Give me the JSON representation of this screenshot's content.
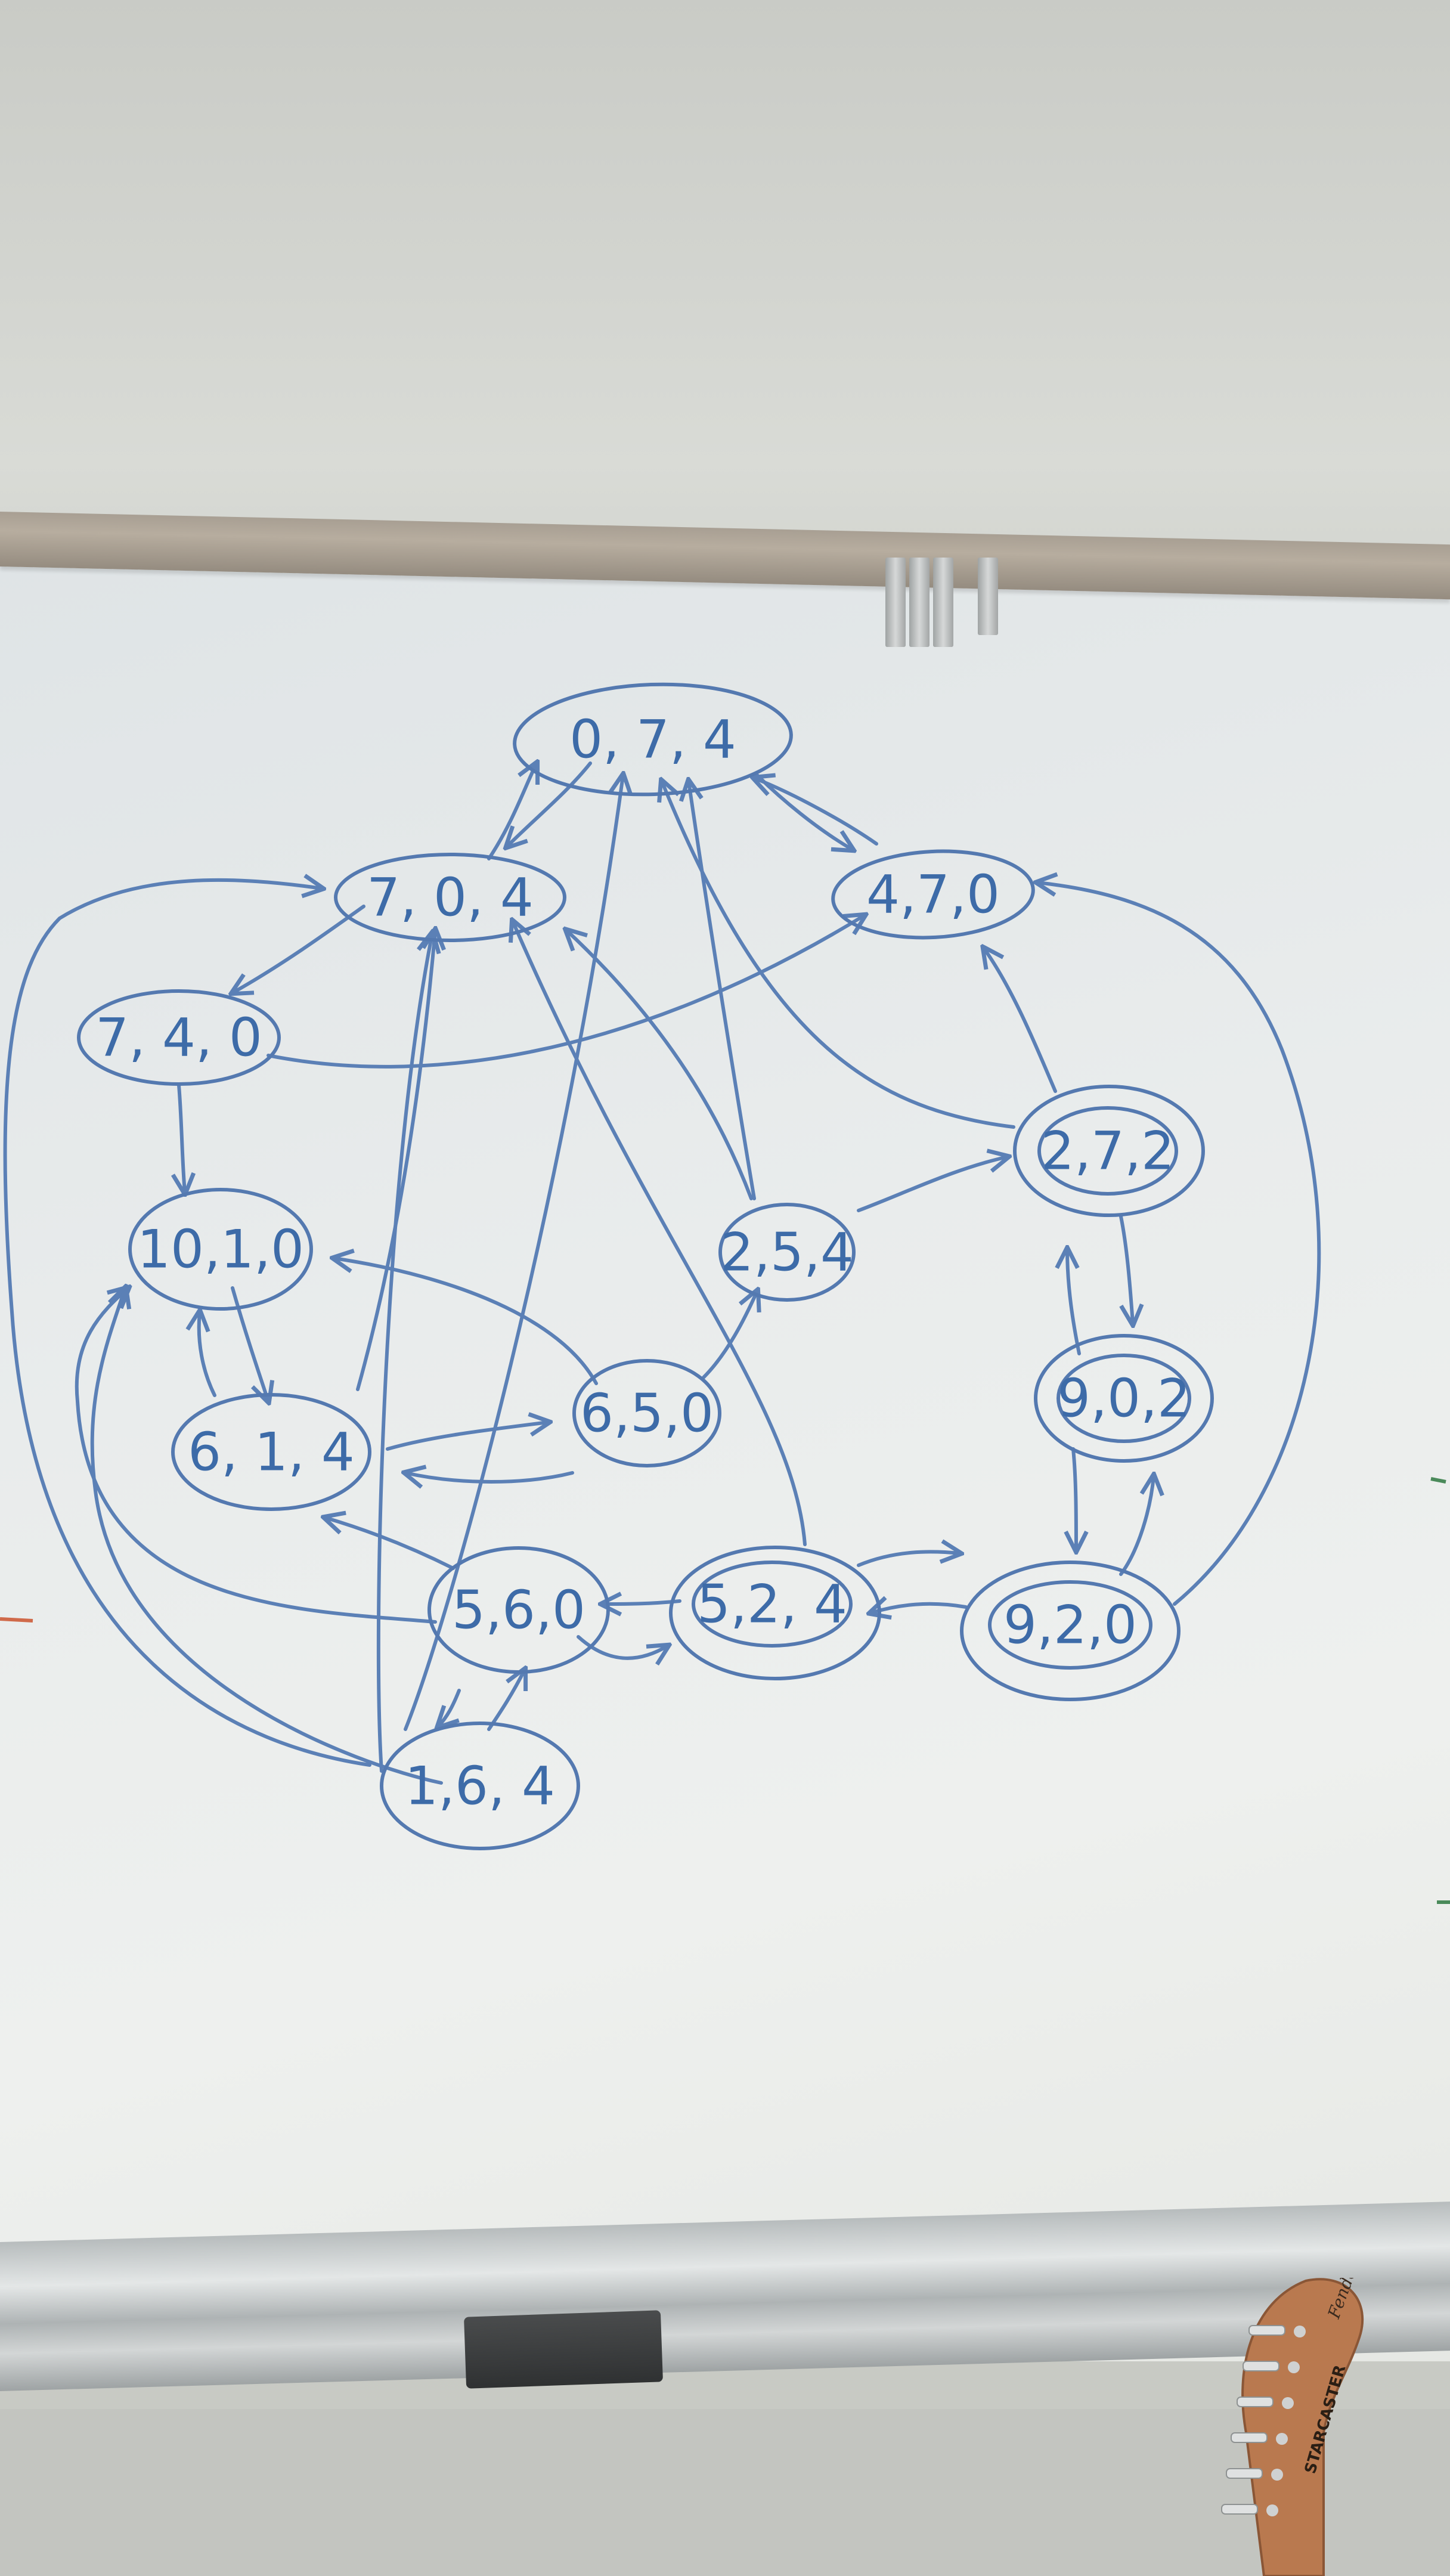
{
  "colors": {
    "marker": "#3d6ba8",
    "whiteboard": "#e9ecec",
    "guitar_wood": "#b9794f"
  },
  "nodes": [
    {
      "id": "n074",
      "label": "0, 7, 4"
    },
    {
      "id": "n704",
      "label": "7, 0, 4"
    },
    {
      "id": "n470",
      "label": "4,7,0"
    },
    {
      "id": "n740",
      "label": "7, 4, 0"
    },
    {
      "id": "n272",
      "label": "2,7,2"
    },
    {
      "id": "n1010",
      "label": "10,1,0"
    },
    {
      "id": "n254",
      "label": "2,5,4"
    },
    {
      "id": "n902",
      "label": "9,0,2"
    },
    {
      "id": "n614",
      "label": "6, 1, 4"
    },
    {
      "id": "n650",
      "label": "6,5,0"
    },
    {
      "id": "n560",
      "label": "5,6,0"
    },
    {
      "id": "n524",
      "label": "5,2, 4"
    },
    {
      "id": "n920",
      "label": "9,2,0"
    },
    {
      "id": "n164",
      "label": "1,6, 4"
    }
  ],
  "guitar": {
    "brand": "Fender",
    "model": "STARCASTER"
  }
}
